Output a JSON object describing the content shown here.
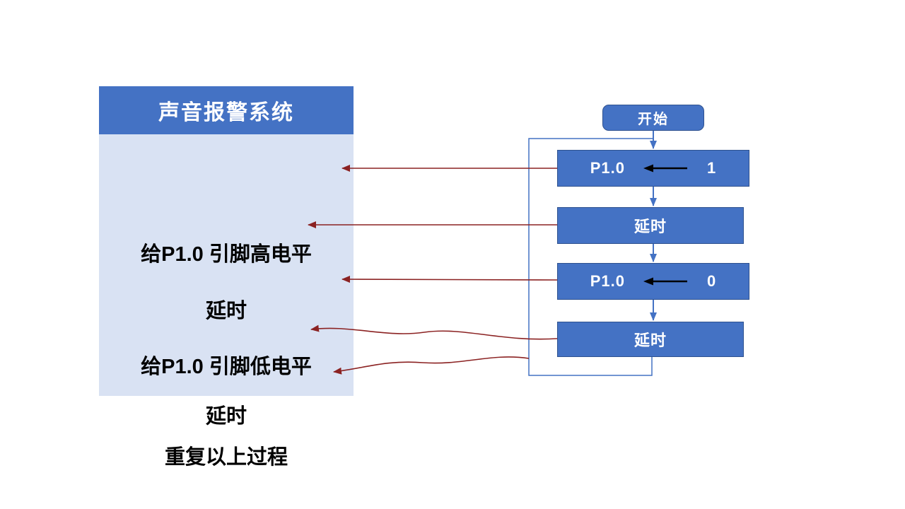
{
  "panel": {
    "title": "声音报警系统",
    "steps": [
      "给P1.0 引脚高电平",
      "延时",
      "给P1.0 引脚低电平",
      "延时",
      "重复以上过程"
    ]
  },
  "flowchart": {
    "start_label": "开始",
    "nodes": [
      {
        "kind": "assign",
        "target": "P1.0",
        "value": "1"
      },
      {
        "kind": "process",
        "label": "延时"
      },
      {
        "kind": "assign",
        "target": "P1.0",
        "value": "0"
      },
      {
        "kind": "process",
        "label": "延时"
      }
    ]
  },
  "colors": {
    "accent_blue": "#4472C4",
    "panel_fill": "#D9E2F3",
    "connector_red": "#8B2222",
    "text_dark": "#000000",
    "text_light": "#FFFFFF"
  }
}
